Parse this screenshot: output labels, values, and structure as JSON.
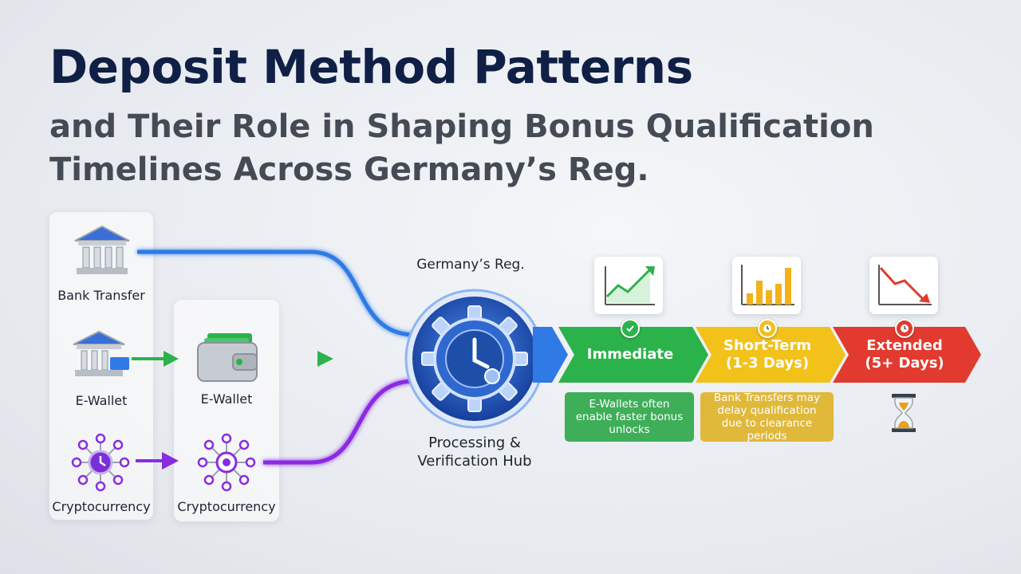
{
  "title": "Deposit Method Patterns",
  "subtitle": "and Their Role in Shaping Bonus Qualification Timelines Across Germany’s Reg.",
  "sources": {
    "column1": [
      {
        "label": "Bank Transfer",
        "icon": "bank-icon"
      },
      {
        "label": "E-Wallet",
        "icon": "bank-wallet-icon"
      },
      {
        "label": "Cryptocurrency",
        "icon": "crypto-network-icon"
      }
    ],
    "column2": [
      {
        "label": "E-Wallet",
        "icon": "wallet-icon"
      },
      {
        "label": "Cryptocurrency",
        "icon": "crypto-network-icon"
      }
    ]
  },
  "hub": {
    "title": "Germany’s Reg.",
    "caption_line1": "Processing &",
    "caption_line2": "Verification Hub",
    "icon": "gear-clock-icon"
  },
  "stages": [
    {
      "line1": "Immediate",
      "line2": "",
      "color": "#2bb24a",
      "trend": "rising-line-chart-icon",
      "badge": "check-icon"
    },
    {
      "line1": "Short-Term",
      "line2": "(1-3 Days)",
      "color": "#f2c11a",
      "trend": "bar-chart-icon",
      "badge": "clock-icon"
    },
    {
      "line1": "Extended",
      "line2": "(5+ Days)",
      "color": "#e23a2f",
      "trend": "falling-line-chart-icon",
      "badge": "clock-icon"
    }
  ],
  "notes": [
    {
      "text": "E-Wallets often enable faster bonus unlocks",
      "color": "#3fae59"
    },
    {
      "text": "Bank Transfers may delay qualification due to clearance periods",
      "color": "#e0b83a"
    }
  ],
  "hourglass_icon": "hourglass-icon",
  "colors": {
    "navy": "#0f1f45",
    "blue": "#2f7ae5",
    "green": "#2bb24a",
    "purple": "#8a2be2",
    "yellow": "#f2c11a",
    "red": "#e23a2f"
  }
}
